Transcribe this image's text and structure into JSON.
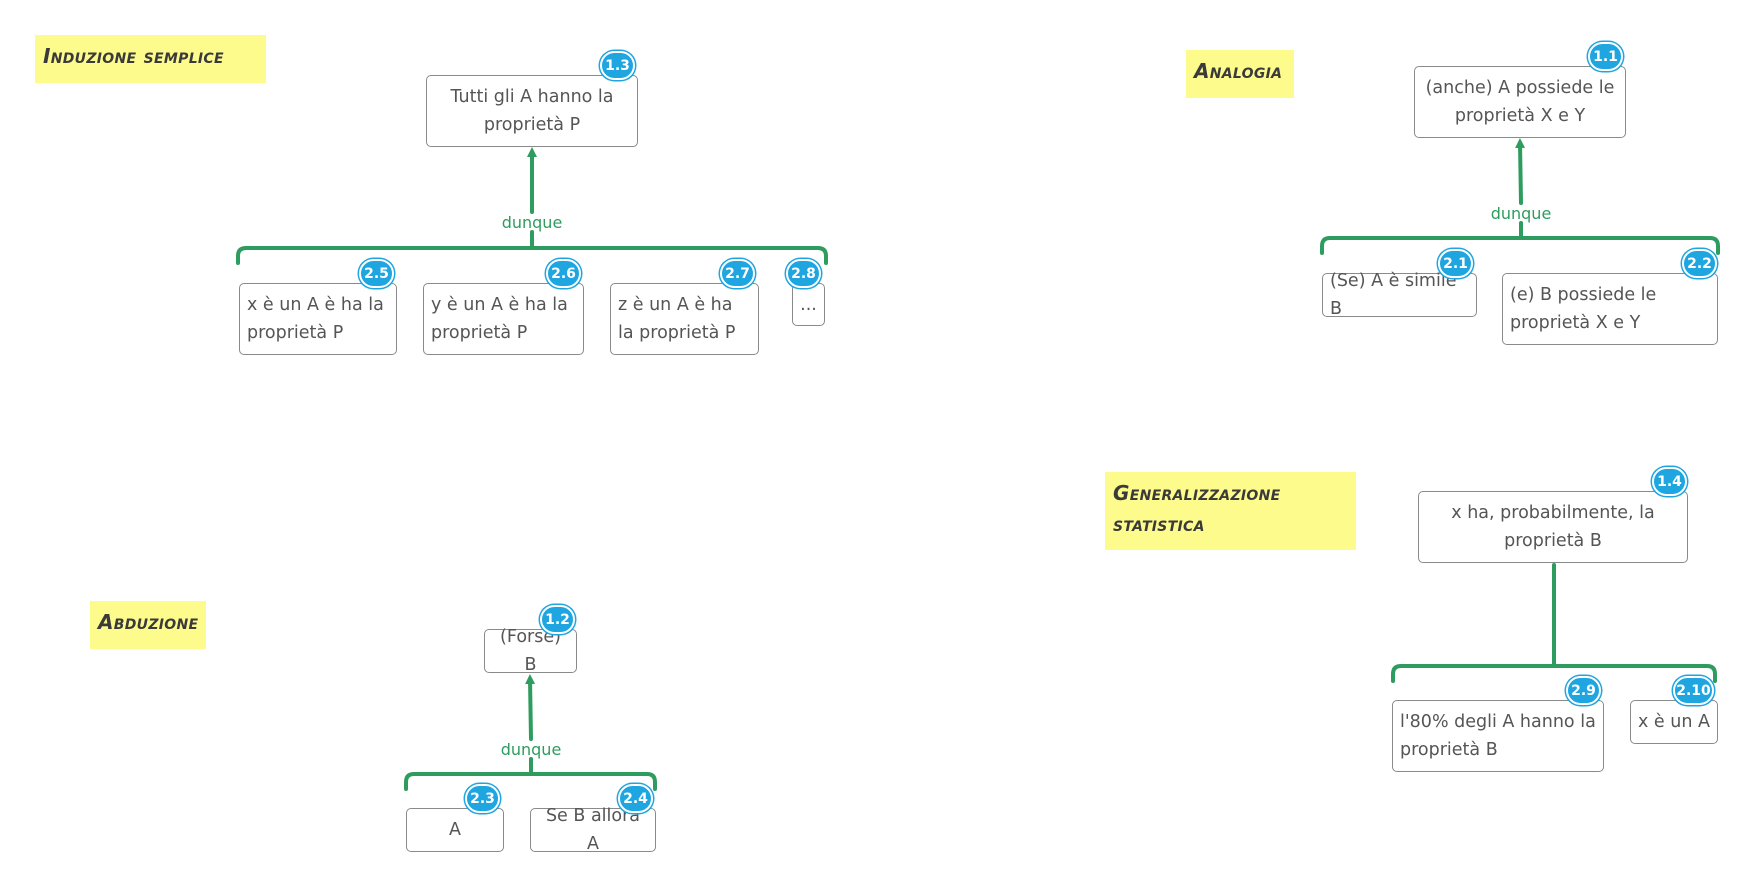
{
  "colors": {
    "connector": "#2e9c5e",
    "badge": "#1fa5e0",
    "note": "#fdfb8c",
    "box_border": "#8a8a8a"
  },
  "notes": {
    "induzione": "Induzione semplice",
    "analogia": "Analogia",
    "abduzione": "Abduzione",
    "generalizzazione": "Generalizzazione statistica"
  },
  "connector_label": "dunque",
  "induzione": {
    "conclusion": {
      "text": "Tutti gli A hanno la proprietà P",
      "badge": "1.3"
    },
    "premises": [
      {
        "text": "x è un A è ha la proprietà P",
        "badge": "2.5"
      },
      {
        "text": "y è un A è ha la proprietà P",
        "badge": "2.6"
      },
      {
        "text": "z è un A è ha la proprietà P",
        "badge": "2.7"
      },
      {
        "text": "...",
        "badge": "2.8"
      }
    ]
  },
  "analogia": {
    "conclusion": {
      "text": "(anche) A possiede le proprietà X e Y",
      "badge": "1.1"
    },
    "premises": [
      {
        "text": "(Se) A è simile B",
        "badge": "2.1"
      },
      {
        "text": "(e) B possiede le proprietà X e Y",
        "badge": "2.2"
      }
    ]
  },
  "abduzione": {
    "conclusion": {
      "text": "(Forse) B",
      "badge": "1.2"
    },
    "premises": [
      {
        "text": "A",
        "badge": "2.3"
      },
      {
        "text": "Se B allora A",
        "badge": "2.4"
      }
    ]
  },
  "generalizzazione": {
    "conclusion": {
      "text": "x ha, probabilmente, la proprietà B",
      "badge": "1.4"
    },
    "premises": [
      {
        "text": "l'80% degli A hanno la proprietà B",
        "badge": "2.9"
      },
      {
        "text": "x è un A",
        "badge": "2.10"
      }
    ]
  }
}
